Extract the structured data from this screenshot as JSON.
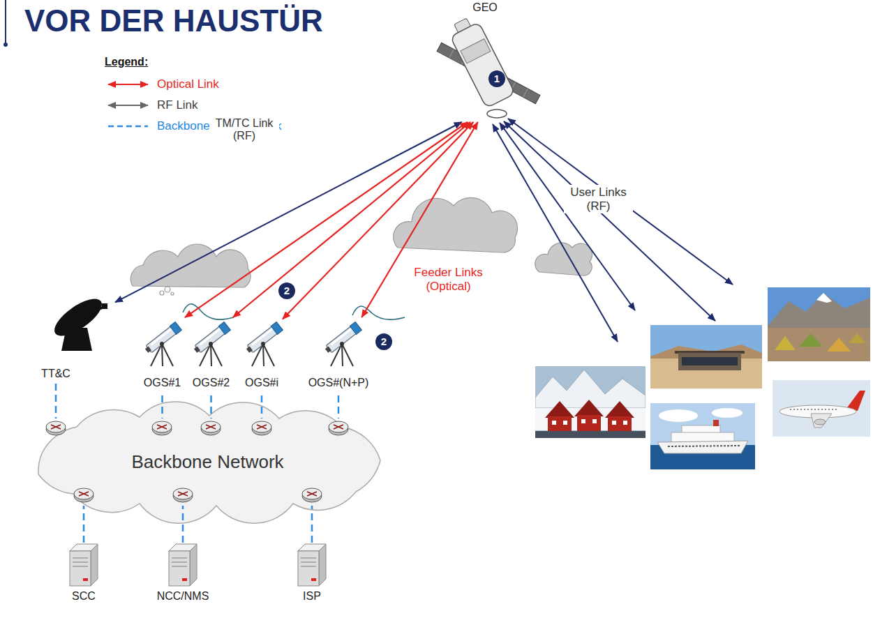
{
  "diagram": {
    "title": "VOR DER HAUSTÜR",
    "nodes": [
      {
        "text": [
          "GEO"
        ]
      },
      {
        "text": [
          "TT&C"
        ]
      },
      {
        "text": [
          "OGS#1"
        ]
      },
      {
        "text": [
          "OGS#2"
        ]
      },
      {
        "text": [
          "OGS#i"
        ]
      },
      {
        "text": [
          "OGS#(N+P)"
        ]
      },
      {
        "text": [
          "Backbone Network"
        ]
      },
      {
        "text": [
          "SCC"
        ]
      },
      {
        "text": [
          "NCC/NMS"
        ]
      },
      {
        "text": [
          "ISP"
        ]
      }
    ],
    "edges": [
      {
        "from": 0,
        "to": 1,
        "label": "TM/TC Link (RF)",
        "arrow": "both"
      },
      {
        "from": 0,
        "to": 2,
        "arrow": "both"
      },
      {
        "from": 0,
        "to": 3,
        "arrow": "both"
      },
      {
        "from": 0,
        "to": 4,
        "arrow": "both"
      },
      {
        "from": 0,
        "to": 5,
        "arrow": "both"
      },
      {
        "from": 1,
        "to": 6,
        "arrow": "none"
      },
      {
        "from": 2,
        "to": 6,
        "arrow": "none"
      },
      {
        "from": 3,
        "to": 6,
        "arrow": "none"
      },
      {
        "from": 4,
        "to": 6,
        "arrow": "none"
      },
      {
        "from": 5,
        "to": 6,
        "arrow": "none"
      },
      {
        "from": 7,
        "to": 6,
        "arrow": "none"
      },
      {
        "from": 8,
        "to": 6,
        "arrow": "none"
      },
      {
        "from": 9,
        "to": 6,
        "arrow": "none"
      }
    ],
    "labels": [
      "Legend:",
      "1",
      "2",
      "2",
      "Feeder Links (Optical)",
      "User Links (RF)"
    ],
    "legend": [
      {
        "text": "Optical Link"
      },
      {
        "text": "RF Link"
      },
      {
        "text": "Backbone Network Link"
      }
    ]
  }
}
